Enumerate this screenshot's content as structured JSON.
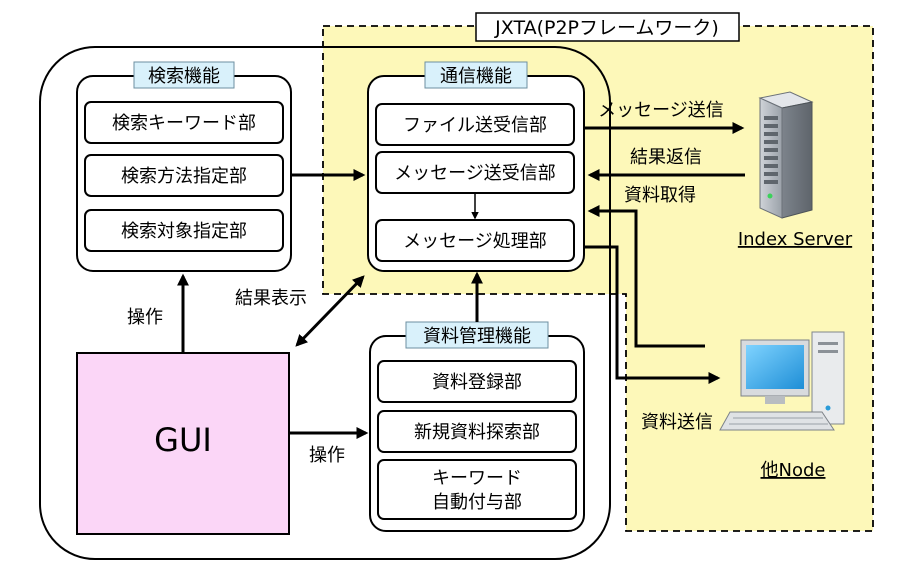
{
  "frame": {
    "jxta_label": "JXTA(P2Pフレームワーク)",
    "accent_colors": {
      "jxta_fill": "#fdf8b9",
      "gui_fill": "#fbd6f7",
      "tag_fill": "#d9f1fb"
    }
  },
  "groups": {
    "search": {
      "title": "検索機能",
      "items": [
        "検索キーワード部",
        "検索方法指定部",
        "検索対象指定部"
      ]
    },
    "comm": {
      "title": "通信機能",
      "items": [
        "ファイル送受信部",
        "メッセージ送受信部",
        "メッセージ処理部"
      ]
    },
    "resource": {
      "title": "資料管理機能",
      "items": [
        "資料登録部",
        "新規資料探索部"
      ],
      "keyword_line1": "キーワード",
      "keyword_line2": "自動付与部"
    }
  },
  "gui": {
    "label": "GUI"
  },
  "nodes": {
    "index_server": {
      "label": "Index Server",
      "icon": "server-tower-icon"
    },
    "other_node": {
      "label": "他Node",
      "icon": "desktop-computer-icon"
    }
  },
  "edges": {
    "op_search": "操作",
    "result_display": "結果表示",
    "op_resource": "操作",
    "msg_send": "メッセージ送信",
    "result_return": "結果返信",
    "resource_get": "資料取得",
    "resource_send": "資料送信"
  }
}
